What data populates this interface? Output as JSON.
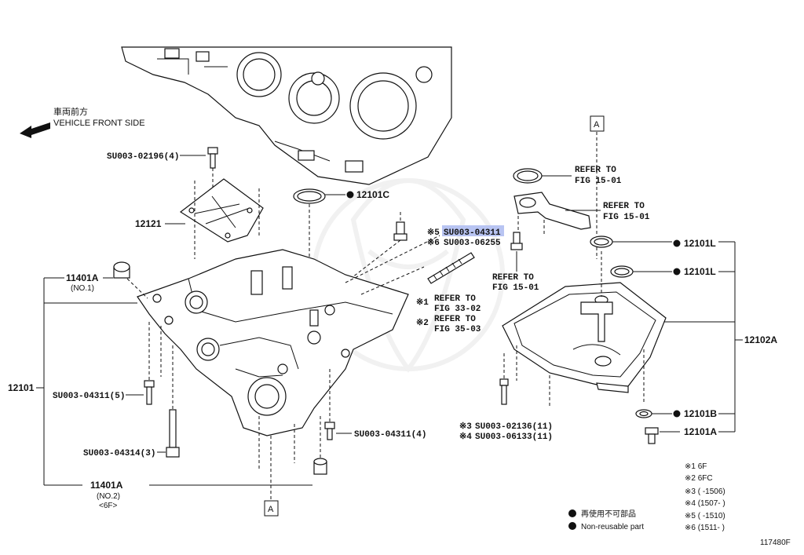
{
  "direction": {
    "jp": "車両前方",
    "en": "VEHICLE FRONT SIDE"
  },
  "ref_box_letter": "A",
  "parts": {
    "bolt_top": "SU003-02196(4)",
    "cover": "12121",
    "oring_c": "12101C",
    "bolt_mid_5": "SU003-04311",
    "bolt_mid_6": "SU003-06255",
    "mark5": "※5",
    "mark6": "※6",
    "mark1": "※1",
    "mark2": "※2",
    "mark3": "※3",
    "mark4": "※4",
    "plug_a1": "11401A",
    "plug_a1_note": "(NO.1)",
    "plug_a2": "11401A",
    "plug_a2_note1": "(NO.2)",
    "plug_a2_note2": "<6F>",
    "pan_upper": "12101",
    "bolt_left_5": "SU003-04311(5)",
    "bolt_left_3": "SU003-04314(3)",
    "bolt_bottom_4": "SU003-04311(4)",
    "pan_lower": "12102A",
    "oring_l1": "12101L",
    "oring_l2": "12101L",
    "gasket_b": "12101B",
    "drain_plug": "12101A",
    "bolt_pan_3": "SU003-02136(11)",
    "bolt_pan_4": "SU003-06133(11)",
    "refer_to": "REFER TO",
    "fig_15": "FIG 15-01",
    "fig_33": "FIG 33-02",
    "fig_35": "FIG 35-03"
  },
  "notes": [
    "※1 6F",
    "※2 6FC",
    "※3 (      -1506)",
    "※4 (1507-      )",
    "※5 (      -1510)",
    "※6 (1511-      )"
  ],
  "legend": {
    "jp": "再使用不可部品",
    "en": "Non-reusable part"
  },
  "figure_id": "117480F"
}
